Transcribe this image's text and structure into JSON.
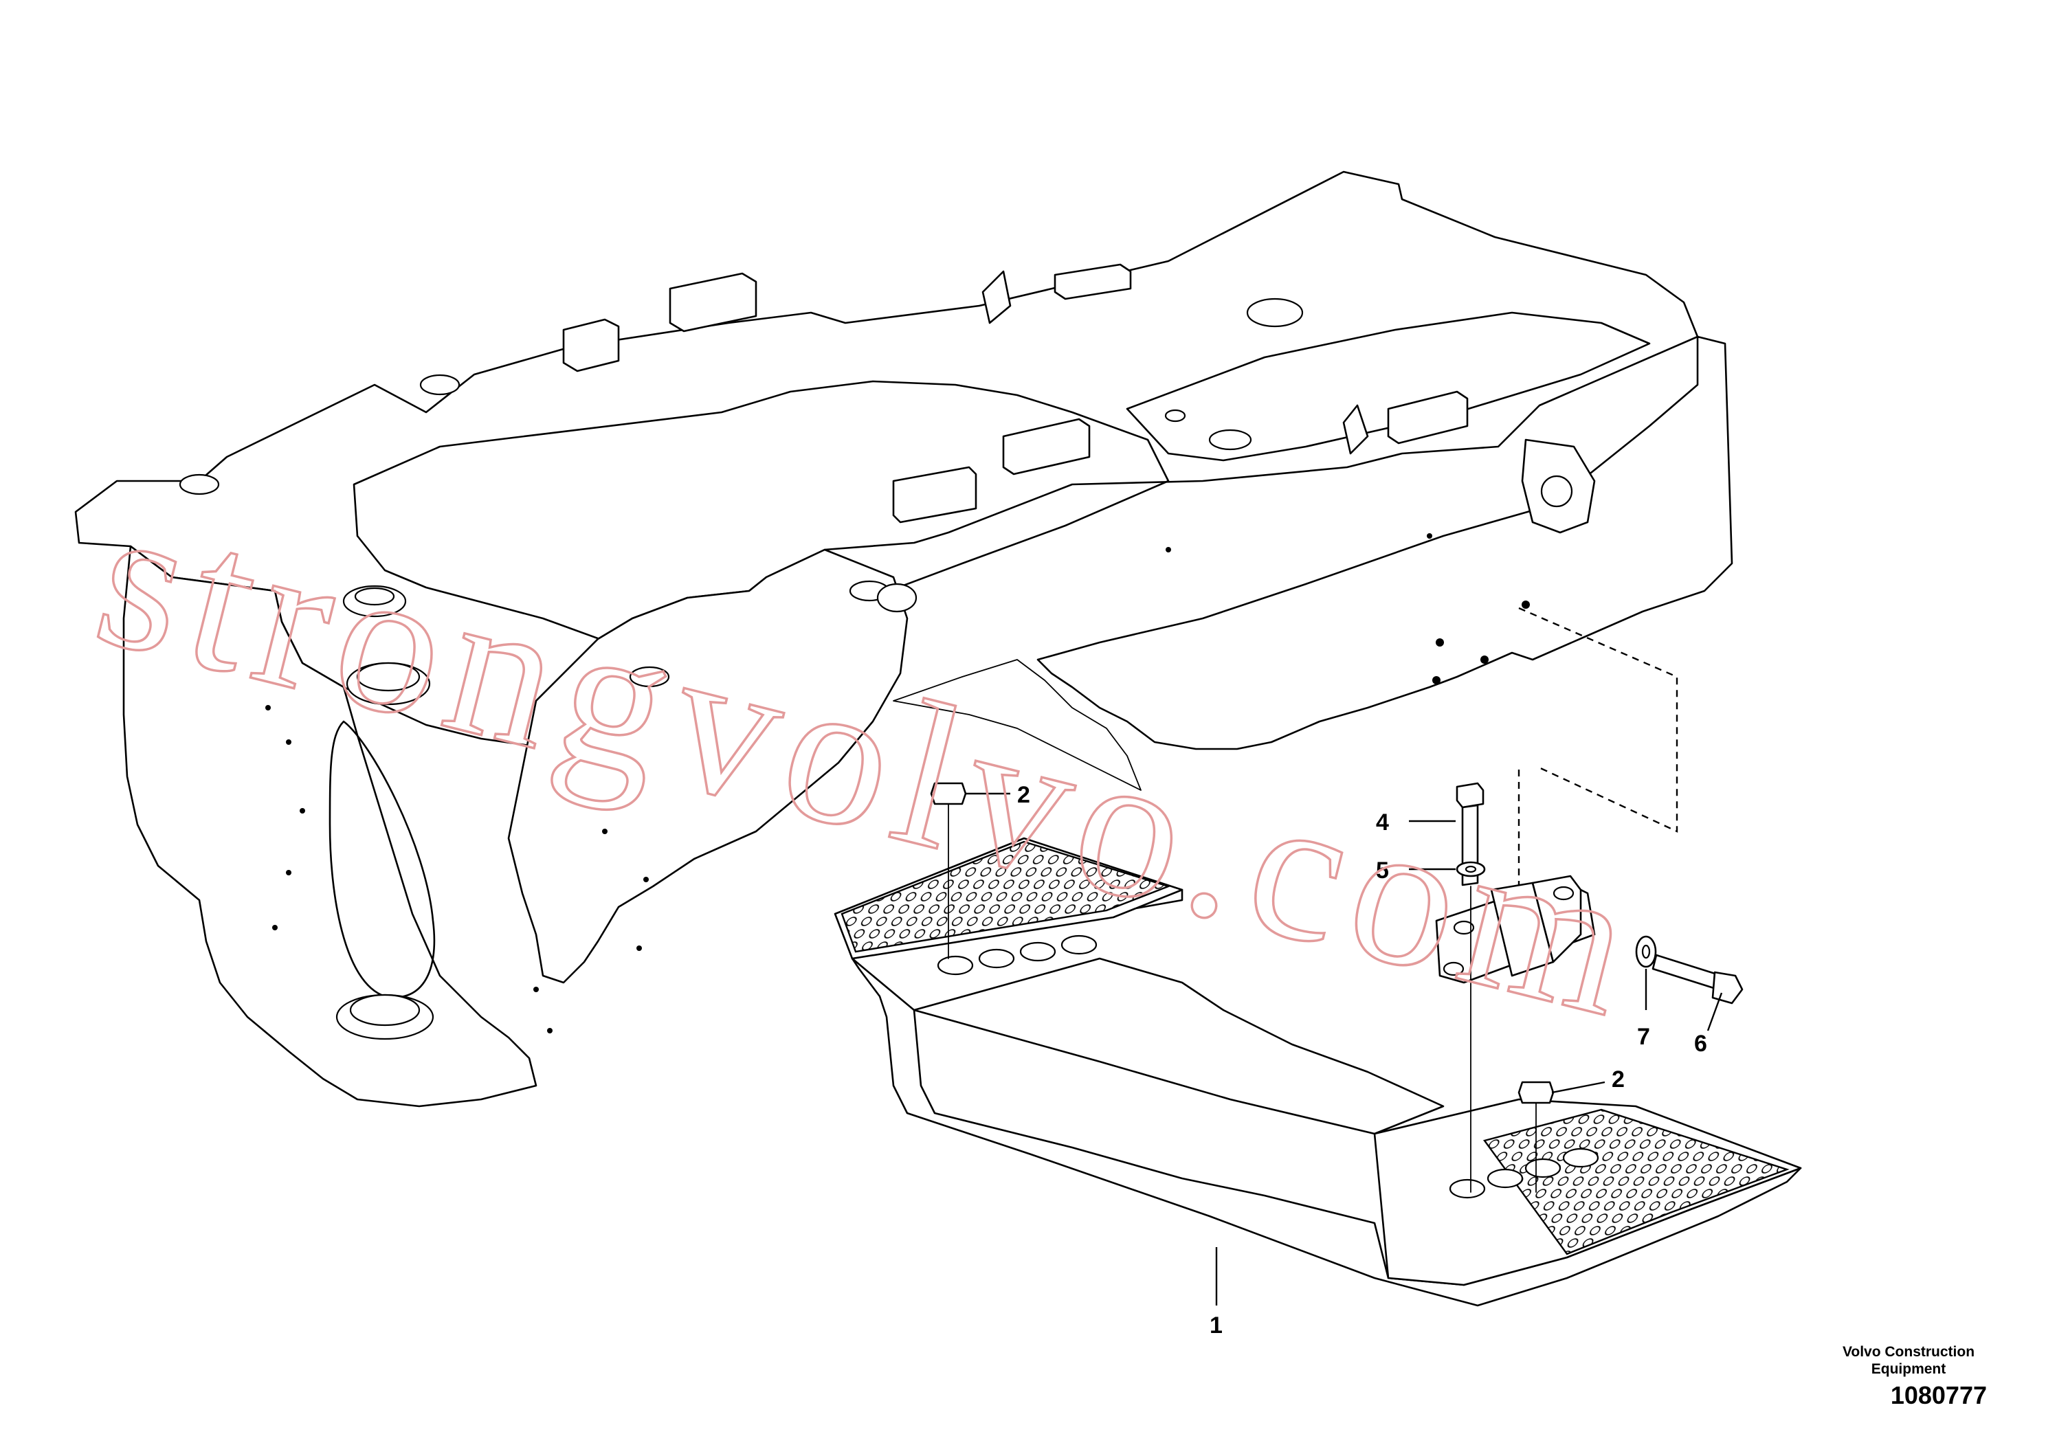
{
  "callouts": {
    "c1": "1",
    "c2a": "2",
    "c2b": "2",
    "c4": "4",
    "c5": "5",
    "c6": "6",
    "c7": "7"
  },
  "publisher": {
    "line1": "Volvo Construction",
    "line2": "Equipment"
  },
  "document_number": "1080777",
  "watermark": "strongvolvo.com",
  "colors": {
    "line": "#000000",
    "watermark": "#e39a9a",
    "background": "#ffffff"
  }
}
